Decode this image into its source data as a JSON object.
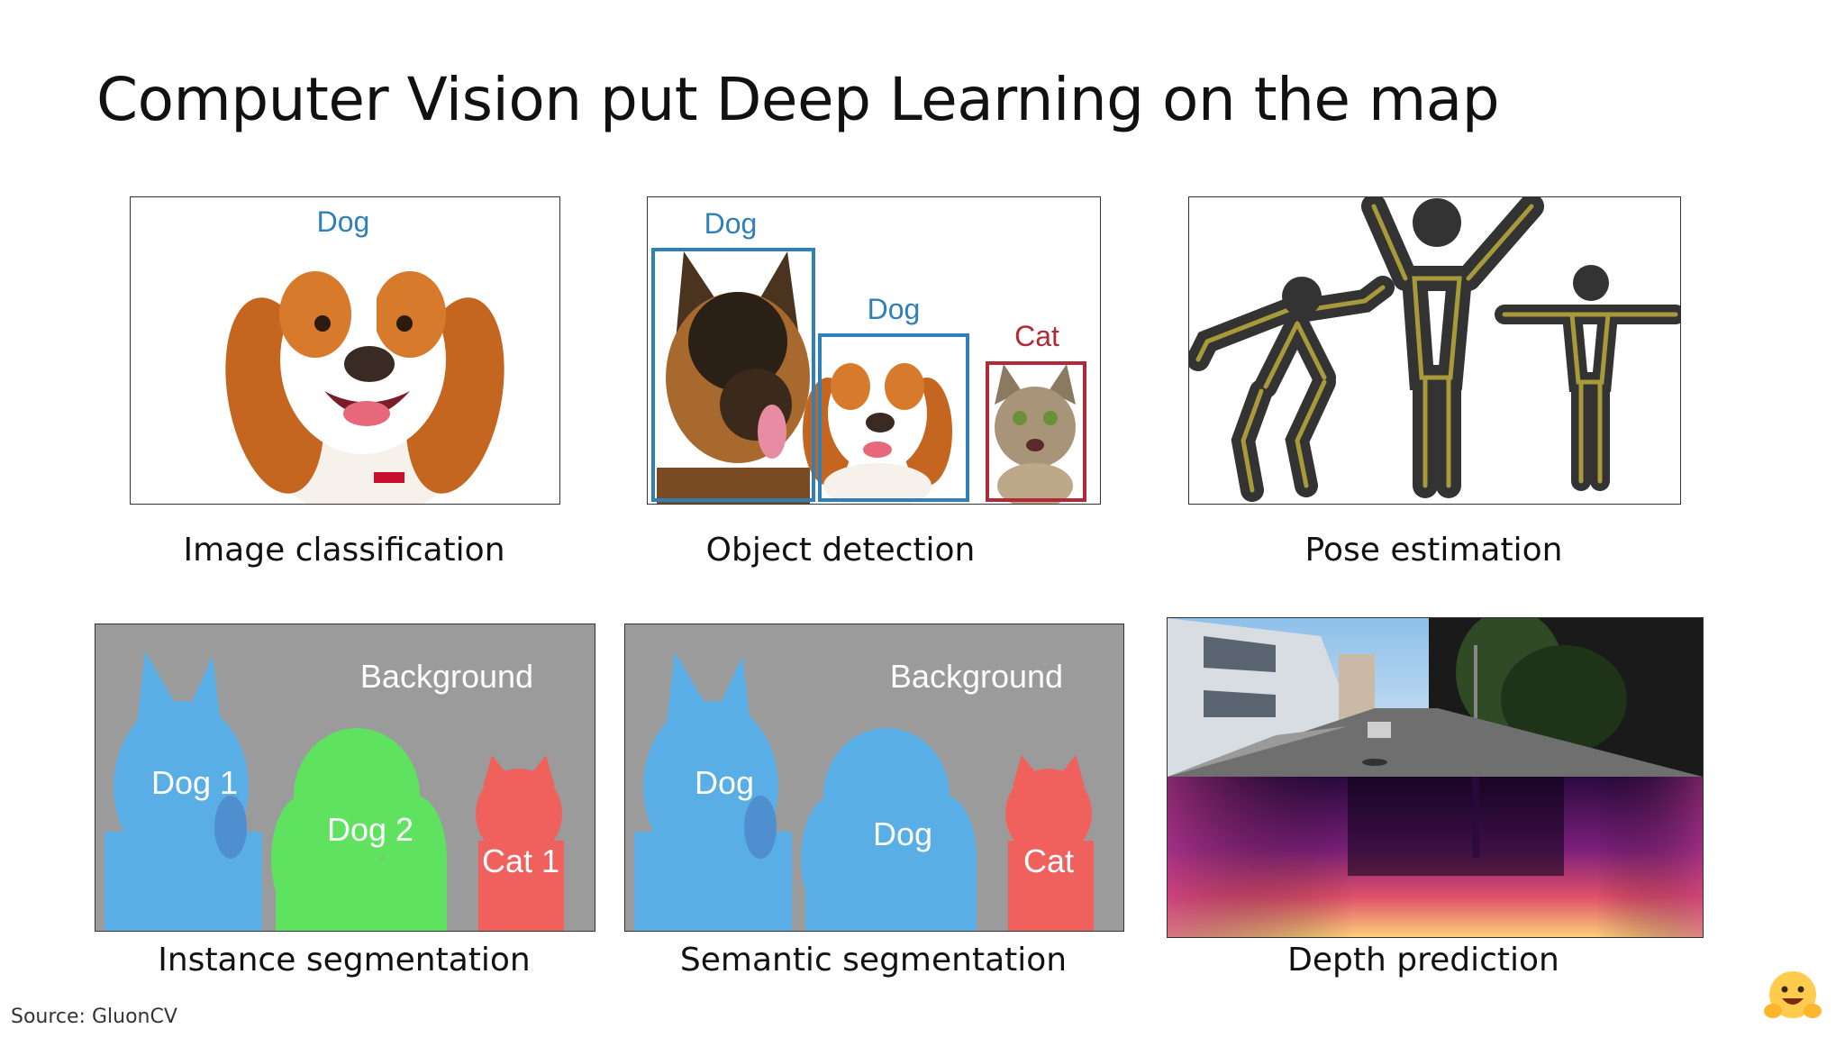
{
  "title": "Computer Vision put Deep Learning on the map",
  "panels": {
    "image_classification": {
      "caption": "Image classification",
      "label": "Dog"
    },
    "object_detection": {
      "caption": "Object detection",
      "labels": [
        "Dog",
        "Dog",
        "Cat"
      ]
    },
    "pose_estimation": {
      "caption": "Pose estimation"
    },
    "instance_segmentation": {
      "caption": "Instance segmentation",
      "labels": [
        "Background",
        "Dog 1",
        "Dog 2",
        "Cat 1"
      ]
    },
    "semantic_segmentation": {
      "caption": "Semantic segmentation",
      "labels": [
        "Background",
        "Dog",
        "Dog",
        "Cat"
      ]
    },
    "depth_prediction": {
      "caption": "Depth prediction"
    }
  },
  "source": "Source: GluonCV",
  "colors": {
    "dog_box": "#2f7fb8",
    "cat_box": "#b02a37",
    "seg_dog": "#5aaee6",
    "seg_dog2": "#5fe25f",
    "seg_cat": "#f0615e",
    "seg_bg": "#9b9b9b",
    "pose_body": "#333333",
    "pose_line": "#a8993a"
  },
  "icons": [
    "hugging-face-mascot-icon"
  ]
}
